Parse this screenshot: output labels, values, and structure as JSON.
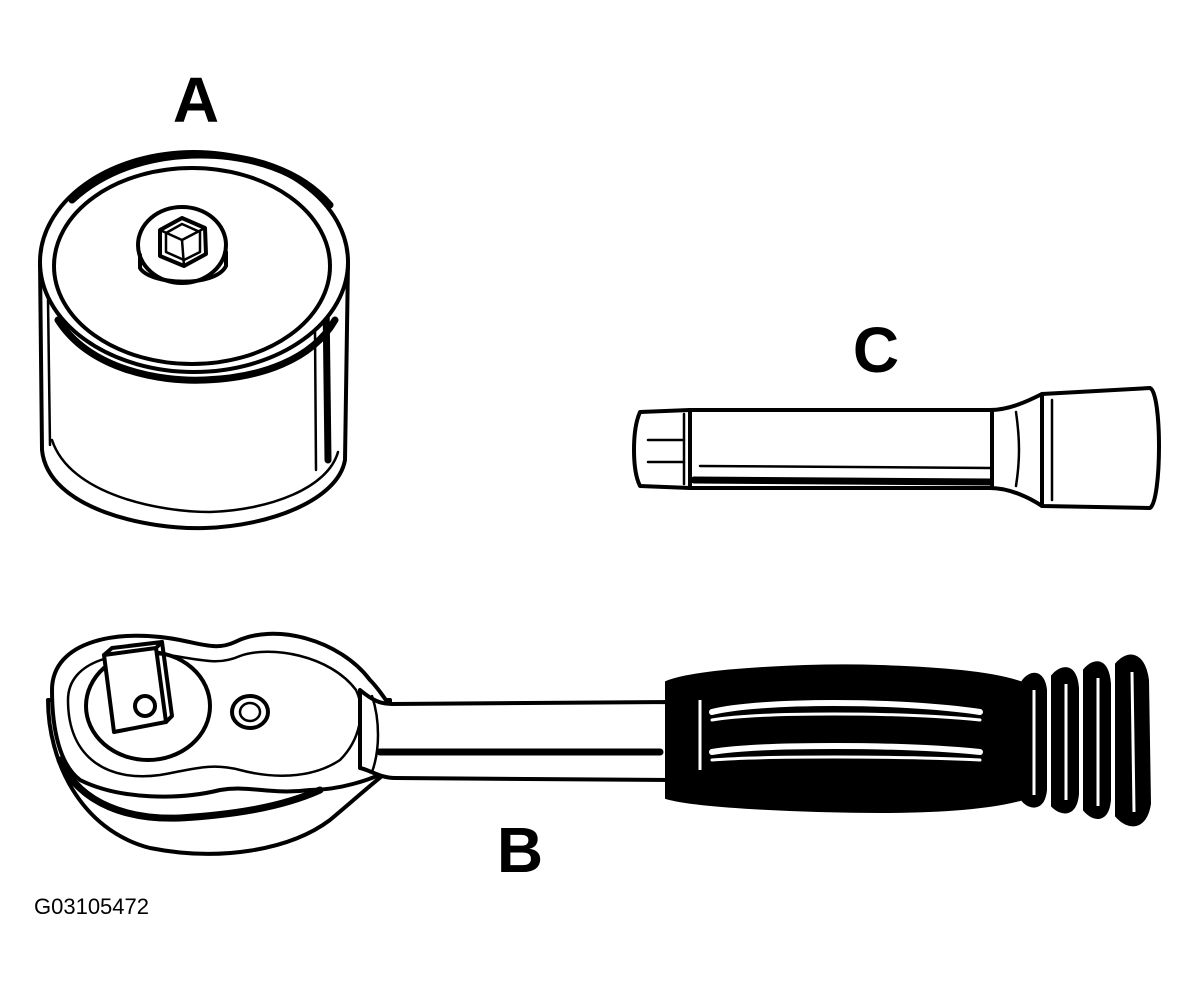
{
  "callouts": {
    "a": "A",
    "b": "B",
    "c": "C"
  },
  "figure_id": "G03105472",
  "colors": {
    "line": "#000000",
    "background": "#ffffff"
  }
}
